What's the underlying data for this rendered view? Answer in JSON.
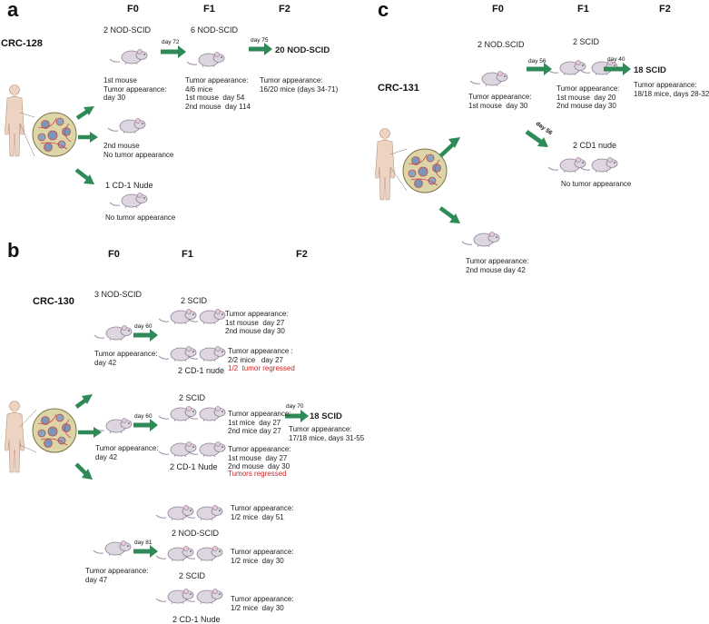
{
  "colors": {
    "arrow": "#2e8b57",
    "red_text": "#d0221f",
    "mouse_body": "#ddd5e0",
    "tissue": "#dcd5a8"
  },
  "panel_a": {
    "label": "a",
    "cell_line": "CRC-128",
    "headers": {
      "f0": "F0",
      "f1": "F1",
      "f2": "F2"
    },
    "f0_group": "2 NOD-SCID",
    "f0_mouse1": "1st mouse\nTumor appearance:\nday 30",
    "f0_mouse2": "2nd mouse\nNo tumor appearance",
    "cd1_group": "1 CD-1 Nude",
    "cd1_text": "No tumor appearance",
    "day_f1": "day 72",
    "f1_group": "6 NOD-SCID",
    "f1_text": "Tumor appearance:\n4/6 mice\n1st mouse  day 54\n2nd mouse  day 114",
    "day_f2": "day 75",
    "f2_group": "20 NOD-SCID",
    "f2_text": "Tumor appearance:\n16/20 mice (days 34-71)"
  },
  "panel_b": {
    "label": "b",
    "cell_line": "CRC-130",
    "headers": {
      "f0": "F0",
      "f1": "F1",
      "f2": "F2"
    },
    "f0_group": "3 NOD-SCID",
    "r1": {
      "f0_text": "Tumor appearance:\nday 42",
      "day": "day 60",
      "scid_group": "2 SCID",
      "scid_text": "Tumor appearance:\n1st mouse  day 27\n2nd mouse day 30",
      "nude_group": "2 CD-1 nude",
      "nude_text": "Tumor appearance :\n2/2 mice   day 27",
      "nude_red": "1/2  tumor regressed"
    },
    "r2": {
      "f0_text": "Tumor appearance:\nday 42",
      "day": "day 60",
      "scid_group": "2 SCID",
      "scid_text": "Tumor appearance:\n1st mice  day 27\n2nd mice day 27",
      "day_f2": "day 70",
      "f2_group": "18 SCID",
      "f2_text": "Tumor appearance:\n17/18 mice, days 31-55",
      "nude_group": "2 CD-1 Nude",
      "nude_text": "Tumor appearance:\n1st mouse  day 27\n2nd mouse  day 30",
      "nude_red": "Tumors regressed"
    },
    "r3": {
      "f0_text": "Tumor appearance:\nday 47",
      "day": "day 81",
      "nod_group": "2 NOD-SCID",
      "nod_text": "Tumor appearance:\n1/2 mice  day 51",
      "scid_group": "2 SCID",
      "scid_text": "Tumor appearance:\n1/2 mice  day 30",
      "nude_group": "2 CD-1 Nude",
      "nude_text": "Tumor appearance:\n1/2 mice  day 30"
    }
  },
  "panel_c": {
    "label": "c",
    "cell_line": "CRC-131",
    "headers": {
      "f0": "F0",
      "f1": "F1",
      "f2": "F2"
    },
    "f0_group": "2 NOD.SCID",
    "f0_text1": "Tumor appearance:\n1st mouse  day 30",
    "f0_text2": "Tumor appearance:\n2nd mouse day 42",
    "day_f1": "day 56",
    "f1_group": "2 SCID",
    "f1_text": "Tumor appearance:\n1st mouse  day 20\n2nd mouse day 30",
    "day_f2": "day 40",
    "f2_group": "18 SCID",
    "f2_text": "Tumor appearance:\n18/18 mice, days 28-32",
    "day_nude": "day 56",
    "nude_group": "2 CD1 nude",
    "nude_text": "No tumor appearance"
  }
}
